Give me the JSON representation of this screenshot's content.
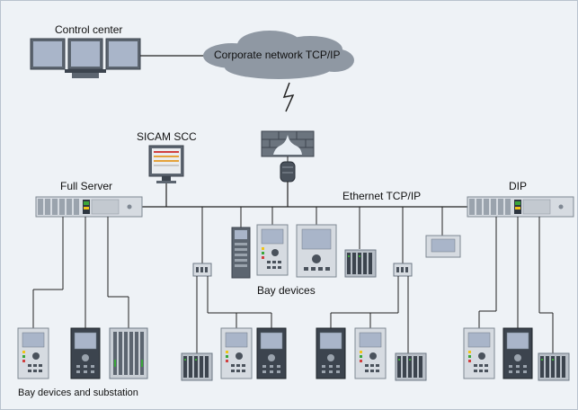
{
  "labels": {
    "control_center": "Control center",
    "corporate_network": "Corporate network TCP/IP",
    "sicam_scc": "SICAM SCC",
    "full_server": "Full Server",
    "ethernet": "Ethernet TCP/IP",
    "dip": "DIP",
    "bay_devices": "Bay devices",
    "bay_devices_substation": "Bay devices and substation"
  },
  "colors": {
    "background": "#eef2f6",
    "device_body": "#d6dbe1",
    "screen": "#a9b5c9",
    "line": "#222222",
    "cloud": "#8f98a3",
    "accent_green": "#3aa63a",
    "accent_yellow": "#f0c419"
  }
}
